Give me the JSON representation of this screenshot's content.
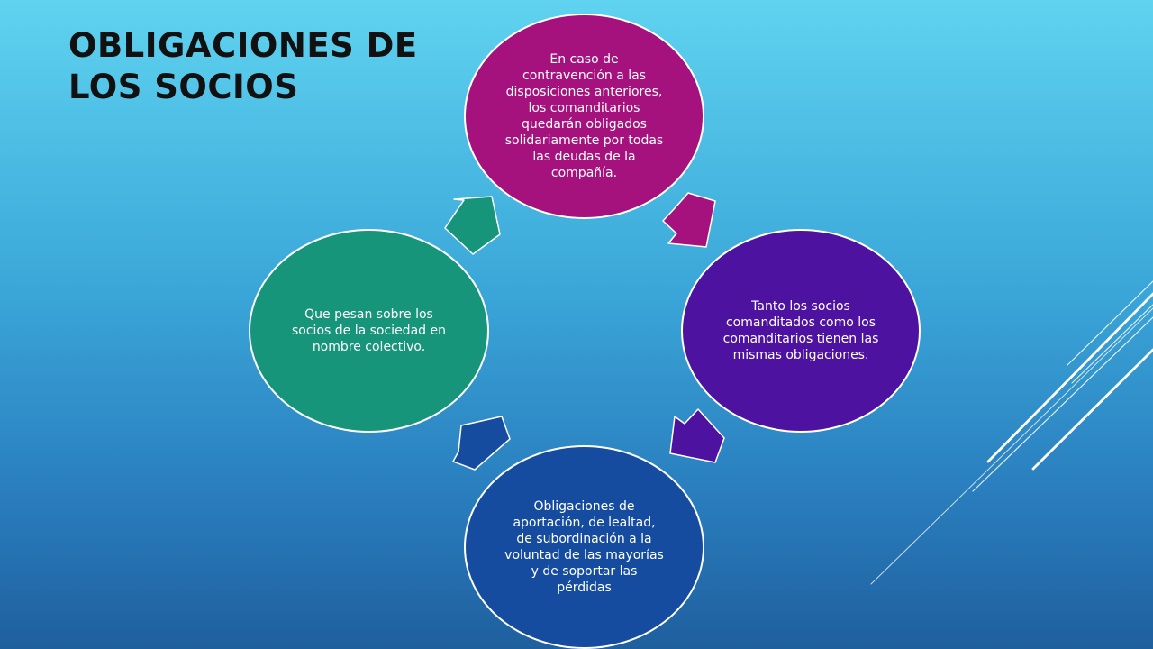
{
  "slide": {
    "title_line1": "OBLIGACIONES DE",
    "title_line2": "LOS SOCIOS"
  },
  "diagram": {
    "type": "cycle",
    "nodes": [
      {
        "id": "top",
        "text": "En caso de contravención a las disposiciones anteriores, los comanditarios quedarán obligados solidariamente por todas las deudas de la compañía.",
        "color": "#a5127d"
      },
      {
        "id": "right",
        "text": "Tanto los socios comanditados como los comanditarios tienen las mismas obligaciones.",
        "color": "#4e12a0"
      },
      {
        "id": "bottom",
        "text": "Obligaciones de aportación, de lealtad, de subordinación a la voluntad de las mayorías y de soportar las pérdidas",
        "color": "#154ca0"
      },
      {
        "id": "left",
        "text": "Que pesan sobre los socios de la sociedad en nombre colectivo.",
        "color": "#16957a"
      }
    ],
    "arrows": [
      {
        "from": "top",
        "to": "right",
        "color": "#a5127d"
      },
      {
        "from": "right",
        "to": "bottom",
        "color": "#4e12a0"
      },
      {
        "from": "bottom",
        "to": "left",
        "color": "#154ca0"
      },
      {
        "from": "left",
        "to": "top",
        "color": "#16957a"
      }
    ]
  }
}
